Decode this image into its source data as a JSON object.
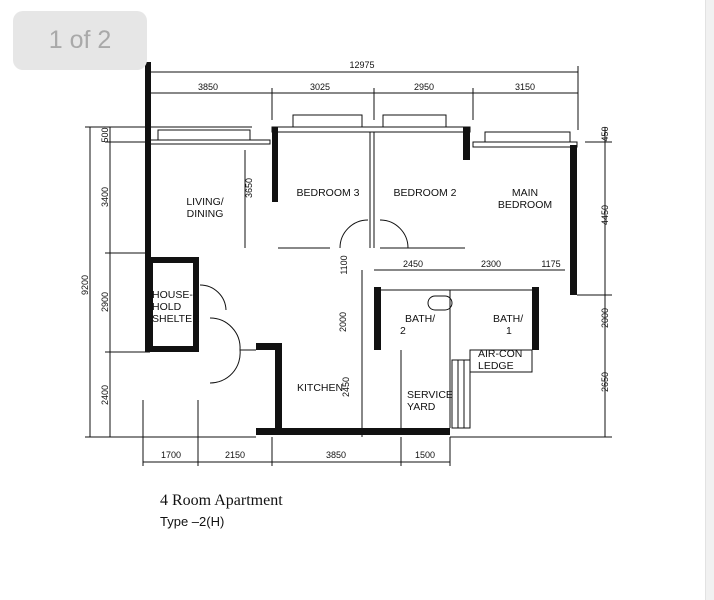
{
  "viewer": {
    "page_indicator": "1 of 2"
  },
  "plan": {
    "overall_width": "12975",
    "top_dims": [
      "3850",
      "3025",
      "2950",
      "3150"
    ],
    "left_total": "9200",
    "left_dims": [
      "500",
      "3400",
      "2900",
      "2400"
    ],
    "right_dims": [
      "450",
      "4450",
      "2000",
      "2650"
    ],
    "bottom_dims": [
      "1700",
      "2150",
      "3850",
      "1500"
    ],
    "inner_dims": {
      "living_depth": "3650",
      "corridor": "1100",
      "bath_row": [
        "2450",
        "2300",
        "1175"
      ],
      "bath_depth": "2000",
      "kitchen_depth": "2450"
    },
    "rooms": {
      "living": [
        "LIVING/",
        "DINING"
      ],
      "bedroom3": "BEDROOM  3",
      "bedroom2": "BEDROOM 2",
      "master": [
        "MAIN",
        "BEDROOM"
      ],
      "shelter": [
        "HOUSE-",
        "HOLD",
        "SHELTER"
      ],
      "bath2": [
        "BATH/",
        "2"
      ],
      "bath1": [
        "BATH/",
        "1"
      ],
      "aircon": [
        "AIR-CON",
        "LEDGE"
      ],
      "kitchen": "KITCHEN",
      "service": [
        "SERVICE",
        "YARD"
      ]
    }
  },
  "caption": {
    "title": "4 Room Apartment",
    "type": "Type  –2(H)"
  }
}
